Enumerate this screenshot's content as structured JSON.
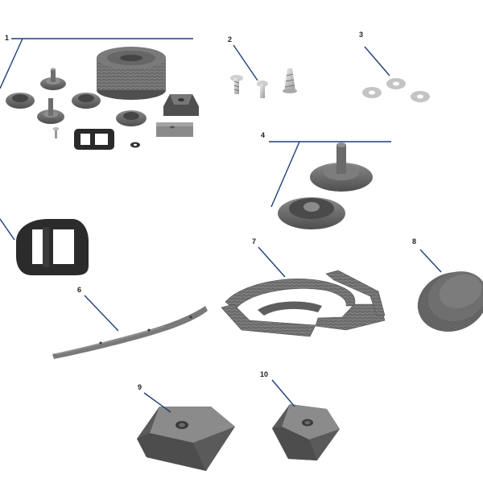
{
  "callouts": [
    {
      "id": "1",
      "label": "1"
    },
    {
      "id": "2",
      "label": "2"
    },
    {
      "id": "3",
      "label": "3"
    },
    {
      "id": "4",
      "label": "4"
    },
    {
      "id": "6",
      "label": "6"
    },
    {
      "id": "7",
      "label": "7"
    },
    {
      "id": "8",
      "label": "8"
    },
    {
      "id": "9",
      "label": "9"
    },
    {
      "id": "10",
      "label": "10"
    }
  ],
  "colors": {
    "leader_line": "#1f3f7a",
    "part_dark": "#555555",
    "part_mid": "#6e6e6e",
    "part_light": "#8a8a8a",
    "metal": "#c9c9c9"
  }
}
